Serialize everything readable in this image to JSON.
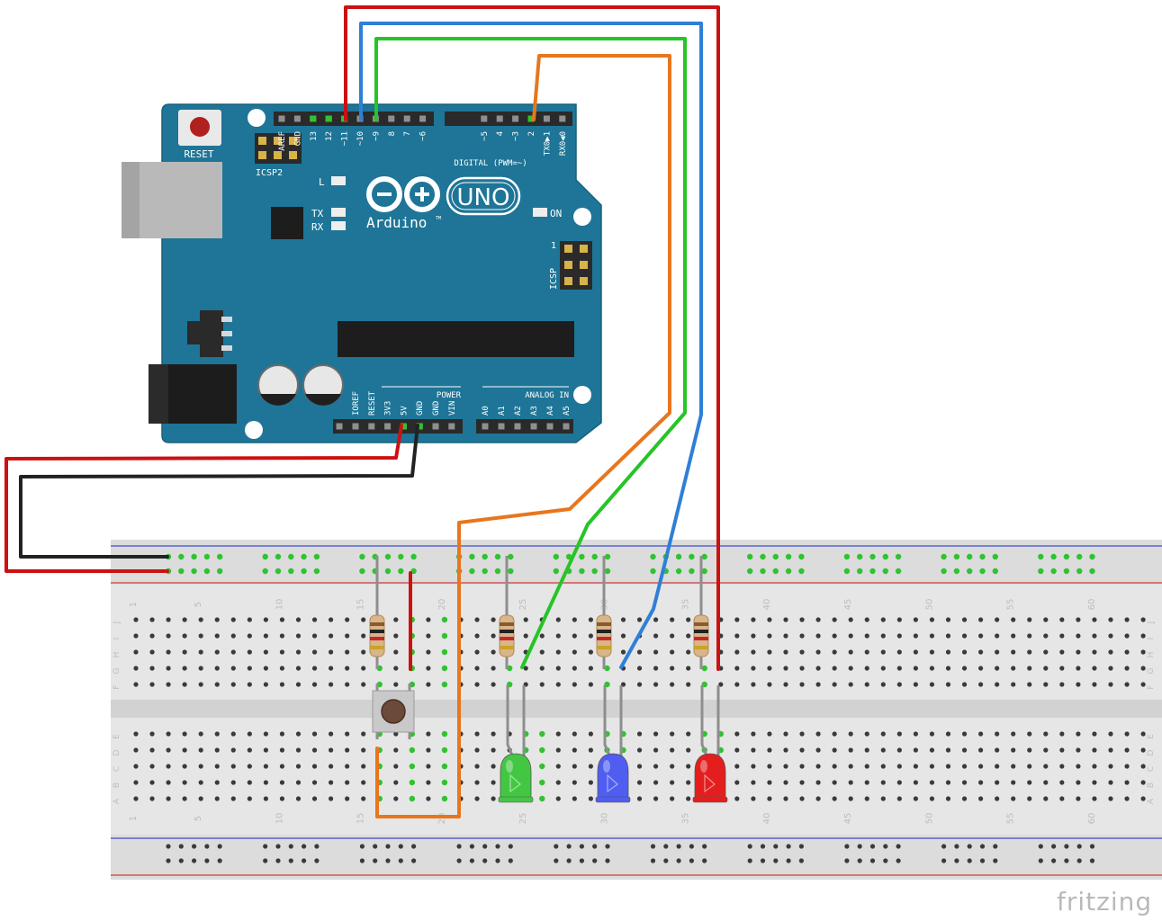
{
  "brand": "fritzing",
  "board": {
    "reset": "RESET",
    "icsp2": "ICSP2",
    "icsp": "ICSP",
    "icsp_pin1": "1",
    "logo_word": "UNO",
    "logo_brand": "Arduino",
    "trademark": "TM",
    "led_l": "L",
    "led_tx": "TX",
    "led_rx": "RX",
    "led_on": "ON",
    "digital_header": "DIGITAL (PWM=~)",
    "power_header": "POWER",
    "analog_header": "ANALOG IN",
    "digital_pins": [
      "AREF",
      "GND",
      "13",
      "12",
      "~11",
      "~10",
      "~9",
      "8",
      "7",
      "~6",
      "~5",
      "4",
      "~3",
      "2",
      "TX0▶1",
      "RX0◀0"
    ],
    "power_pins": [
      "IOREF",
      "RESET",
      "3V3",
      "5V",
      "GND",
      "GND",
      "VIN"
    ],
    "analog_pins": [
      "A0",
      "A1",
      "A2",
      "A3",
      "A4",
      "A5"
    ]
  },
  "breadboard": {
    "column_numbers": [
      "1",
      "5",
      "10",
      "15",
      "20",
      "25",
      "30",
      "35",
      "40",
      "45",
      "50",
      "55",
      "60"
    ],
    "rows_top": [
      "J",
      "I",
      "H",
      "G",
      "F"
    ],
    "rows_bottom": [
      "E",
      "D",
      "C",
      "B",
      "A"
    ]
  },
  "wires": [
    {
      "name": "wire-pin13-red",
      "color": "#cc1111"
    },
    {
      "name": "wire-pin12-blue",
      "color": "#2f7fd6"
    },
    {
      "name": "wire-pin11-green",
      "color": "#27c427"
    },
    {
      "name": "wire-pin2-orange",
      "color": "#e8761d"
    },
    {
      "name": "wire-5v-red",
      "color": "#cc1111"
    },
    {
      "name": "wire-gnd-black",
      "color": "#222222"
    }
  ],
  "leds": [
    {
      "name": "led-green",
      "color": "#43c743"
    },
    {
      "name": "led-blue",
      "color": "#4f5df0"
    },
    {
      "name": "led-red",
      "color": "#e41e1e"
    }
  ]
}
